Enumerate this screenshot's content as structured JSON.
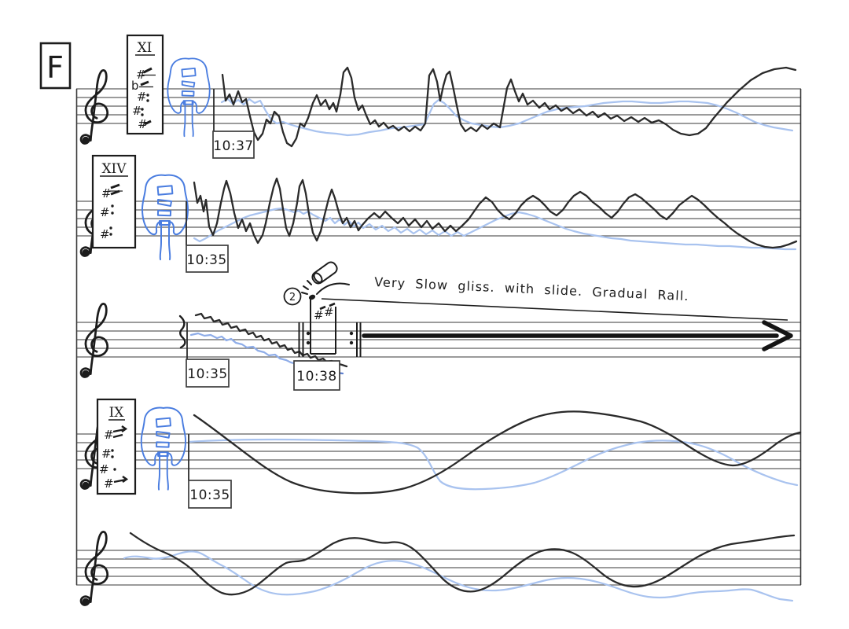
{
  "colors": {
    "ink": "#1f1f1f",
    "staff_line": "#5f5f5f",
    "guitar_blue": "#4a7de0",
    "wave_blue": "#a9c3ef",
    "wave_blue_dark": "#5d7fcf",
    "background": "#ffffff"
  },
  "rehearsal_mark": "F",
  "annotation": "Very Slow gliss. with slide. Gradual Rall.",
  "circled_number": "2",
  "chord_boxes": {
    "xi": {
      "numeral": "XI",
      "accidentals": [
        "#",
        "b",
        "#",
        "#",
        "#"
      ]
    },
    "xiv": {
      "numeral": "XIV",
      "accidentals": [
        "#",
        "#",
        "#"
      ]
    },
    "ix": {
      "numeral": "IX",
      "accidentals": [
        "#",
        "#",
        "#",
        "#"
      ]
    }
  },
  "timestamps": {
    "system1": "10:37",
    "system2": "10:35",
    "system3_left": "10:35",
    "system3_right": "10:38",
    "system4": "10:35"
  }
}
